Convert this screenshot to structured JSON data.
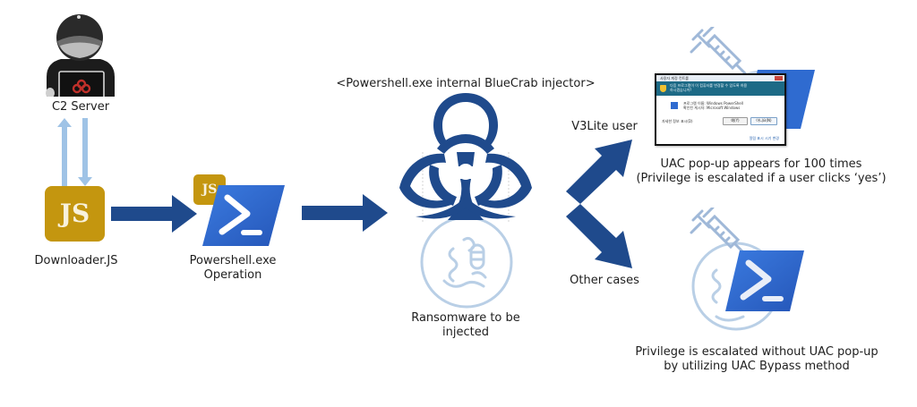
{
  "title": "<Powershell.exe internal BlueCrab injector>",
  "colors": {
    "arrow_blue": "#1f4a8c",
    "light_arrow": "#9fc3e6",
    "js_gold": "#c4960f",
    "powershell_blue": "#2f6bd0",
    "biohazard_blue": "#1f4a8c",
    "faint_blue": "#b9cfe6",
    "c2_red": "#c0302a"
  },
  "nodes": {
    "c2_server": {
      "label": "C2 Server",
      "icon": "hacker-icon"
    },
    "downloader": {
      "label": "Downloader.JS",
      "icon_text": "JS"
    },
    "powershell_op": {
      "label_line1": "Powershell.exe",
      "label_line2": "Operation",
      "badge_text": "JS"
    },
    "ransomware": {
      "label_line1": "Ransomware to be",
      "label_line2": "injected"
    },
    "v3lite": {
      "branch_label": "V3Lite user",
      "caption_line1": "UAC pop-up appears for 100 times",
      "caption_line2": "(Privilege is escalated if a user clicks ‘yes’)",
      "dialog": {
        "title": "사용자 계정 컨트롤",
        "question_line1": "다음 프로그램이 이 컴퓨터를 변경할 수 있도록 허용",
        "question_line2": "하시겠습니까?",
        "program_name": "프로그램 이름: Windows PowerShell",
        "publisher": "확인된 게시자: Microsoft Windows",
        "details_label": "자세한 정보 표시(D)",
        "yes_button": "예(Y)",
        "no_button": "아니요(N)",
        "settings_link": "알림 표시 시기 변경"
      }
    },
    "other_cases": {
      "branch_label": "Other cases",
      "caption_line1": "Privilege is escalated without UAC pop-up",
      "caption_line2": "by utilizing UAC Bypass method"
    }
  }
}
